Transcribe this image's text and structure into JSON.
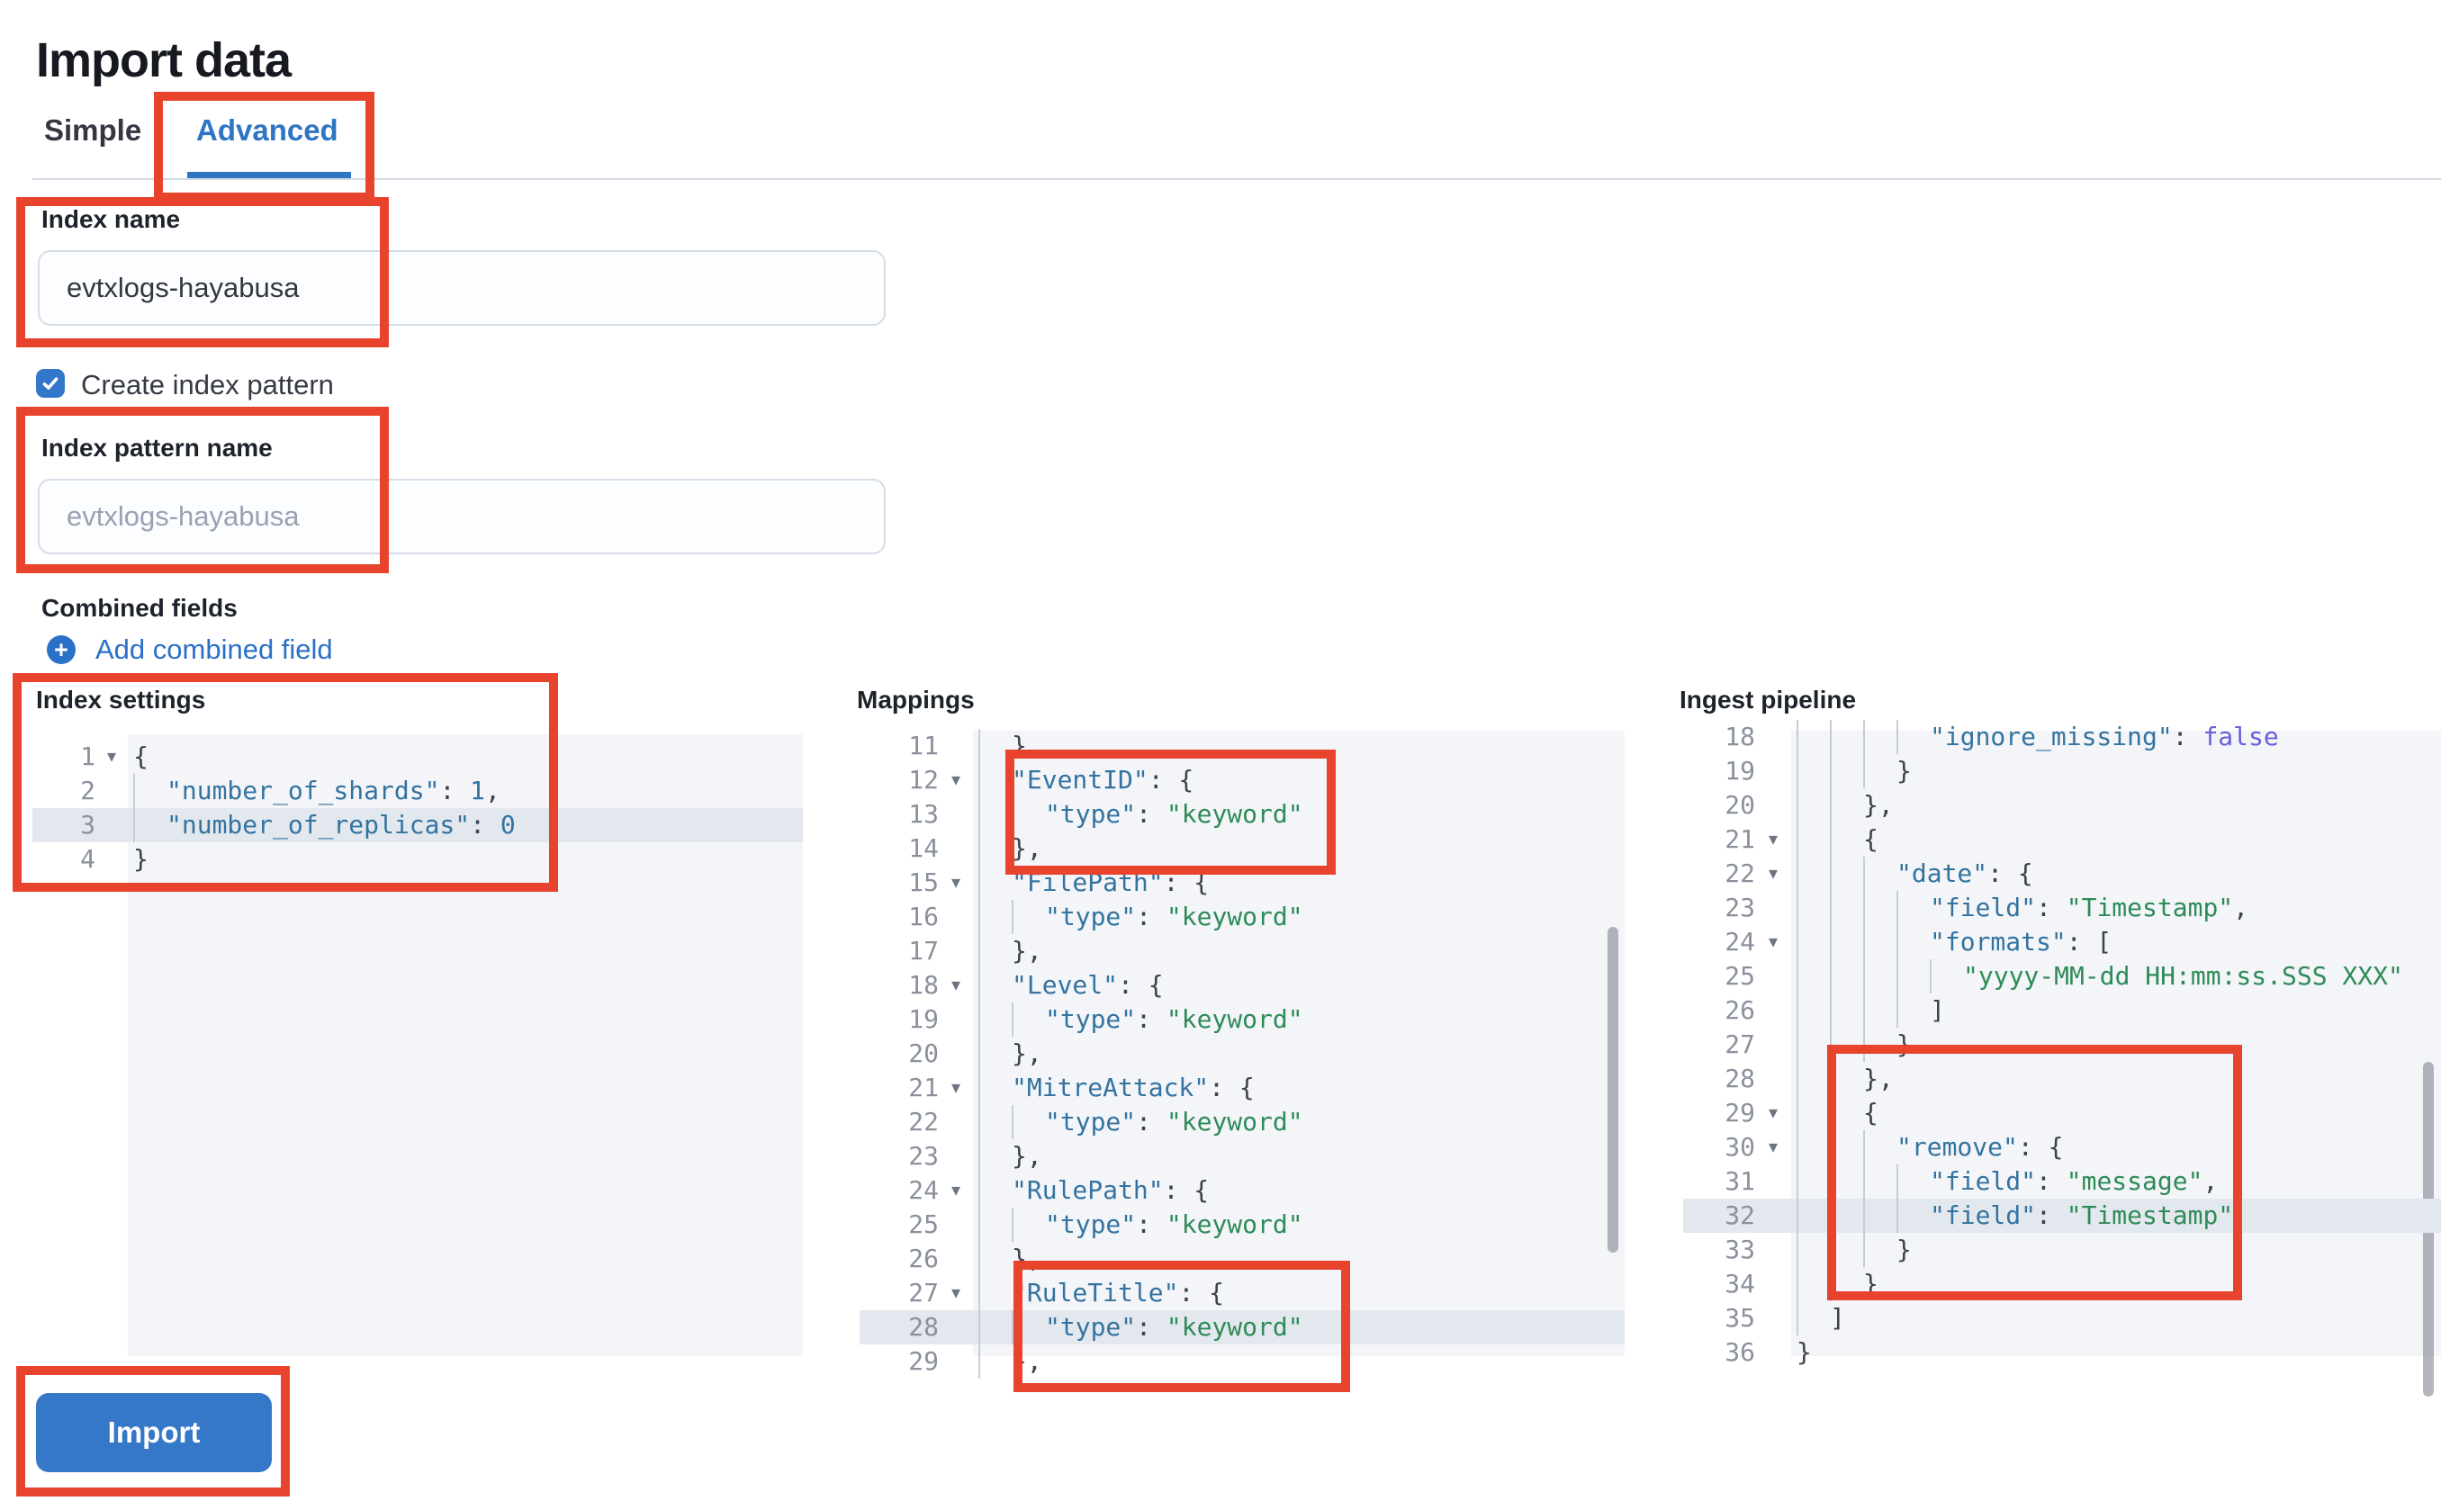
{
  "page": {
    "title": "Import data"
  },
  "tabs": [
    {
      "label": "Simple",
      "active": false
    },
    {
      "label": "Advanced",
      "active": true
    }
  ],
  "form": {
    "index_name": {
      "label": "Index name",
      "value": "evtxlogs-hayabusa"
    },
    "create_index_pattern": {
      "label": "Create index pattern",
      "checked": true
    },
    "index_pattern_name": {
      "label": "Index pattern name",
      "placeholder": "evtxlogs-hayabusa"
    },
    "combined_fields": {
      "label": "Combined fields",
      "add_link": "Add combined field"
    }
  },
  "import_button": "Import",
  "icons": {
    "fold": "▾",
    "plus": "+",
    "check": "checkmark"
  },
  "colors": {
    "accent_blue": "#2e75c3",
    "button_blue": "#3578c8",
    "link_blue": "#2b70c8",
    "annotation_red": "#e8432d",
    "editor_bg": "#f3f5f9",
    "editor_highlight": "#e3e8ef",
    "json_key": "#34739f",
    "json_string": "#2e8b57",
    "json_bool": "#6a5ed9"
  },
  "editors": [
    {
      "id": "settings",
      "label": "Index settings",
      "lines": [
        {
          "n": "1",
          "fold": true,
          "seg": [
            [
              "p",
              "{"
            ]
          ]
        },
        {
          "n": "2",
          "g": 1,
          "seg": [
            [
              "k",
              "\"number_of_shards\""
            ],
            [
              "p",
              ": "
            ],
            [
              "n",
              "1"
            ],
            [
              "p",
              ","
            ]
          ]
        },
        {
          "n": "3",
          "g": 1,
          "hl": true,
          "seg": [
            [
              "k",
              "\"number_of_replicas\""
            ],
            [
              "p",
              ": "
            ],
            [
              "n",
              "0"
            ]
          ]
        },
        {
          "n": "4",
          "seg": [
            [
              "p",
              "}"
            ]
          ]
        }
      ]
    },
    {
      "id": "mappings",
      "label": "Mappings",
      "lines": [
        {
          "n": "11",
          "g": 1,
          "seg": [
            [
              "p",
              "},"
            ]
          ]
        },
        {
          "n": "12",
          "fold": true,
          "g": 1,
          "seg": [
            [
              "k",
              "\"EventID\""
            ],
            [
              "p",
              ": {"
            ]
          ]
        },
        {
          "n": "13",
          "g": 2,
          "seg": [
            [
              "k",
              "\"type\""
            ],
            [
              "p",
              ": "
            ],
            [
              "s",
              "\"keyword\""
            ]
          ]
        },
        {
          "n": "14",
          "g": 1,
          "seg": [
            [
              "p",
              "},"
            ]
          ]
        },
        {
          "n": "15",
          "fold": true,
          "g": 1,
          "seg": [
            [
              "k",
              "\"FilePath\""
            ],
            [
              "p",
              ": {"
            ]
          ]
        },
        {
          "n": "16",
          "g": 2,
          "seg": [
            [
              "k",
              "\"type\""
            ],
            [
              "p",
              ": "
            ],
            [
              "s",
              "\"keyword\""
            ]
          ]
        },
        {
          "n": "17",
          "g": 1,
          "seg": [
            [
              "p",
              "},"
            ]
          ]
        },
        {
          "n": "18",
          "fold": true,
          "g": 1,
          "seg": [
            [
              "k",
              "\"Level\""
            ],
            [
              "p",
              ": {"
            ]
          ]
        },
        {
          "n": "19",
          "g": 2,
          "seg": [
            [
              "k",
              "\"type\""
            ],
            [
              "p",
              ": "
            ],
            [
              "s",
              "\"keyword\""
            ]
          ]
        },
        {
          "n": "20",
          "g": 1,
          "seg": [
            [
              "p",
              "},"
            ]
          ]
        },
        {
          "n": "21",
          "fold": true,
          "g": 1,
          "seg": [
            [
              "k",
              "\"MitreAttack\""
            ],
            [
              "p",
              ": {"
            ]
          ]
        },
        {
          "n": "22",
          "g": 2,
          "seg": [
            [
              "k",
              "\"type\""
            ],
            [
              "p",
              ": "
            ],
            [
              "s",
              "\"keyword\""
            ]
          ]
        },
        {
          "n": "23",
          "g": 1,
          "seg": [
            [
              "p",
              "},"
            ]
          ]
        },
        {
          "n": "24",
          "fold": true,
          "g": 1,
          "seg": [
            [
              "k",
              "\"RulePath\""
            ],
            [
              "p",
              ": {"
            ]
          ]
        },
        {
          "n": "25",
          "g": 2,
          "seg": [
            [
              "k",
              "\"type\""
            ],
            [
              "p",
              ": "
            ],
            [
              "s",
              "\"keyword\""
            ]
          ]
        },
        {
          "n": "26",
          "g": 1,
          "seg": [
            [
              "p",
              "},"
            ]
          ]
        },
        {
          "n": "27",
          "fold": true,
          "g": 1,
          "seg": [
            [
              "k",
              "\"RuleTitle\""
            ],
            [
              "p",
              ": {"
            ]
          ]
        },
        {
          "n": "28",
          "g": 2,
          "hl": true,
          "seg": [
            [
              "k",
              "\"type\""
            ],
            [
              "p",
              ": "
            ],
            [
              "s",
              "\"keyword\""
            ]
          ]
        },
        {
          "n": "29",
          "g": 1,
          "seg": [
            [
              "p",
              "},"
            ]
          ]
        }
      ]
    },
    {
      "id": "ingest",
      "label": "Ingest pipeline",
      "lines": [
        {
          "n": "18",
          "g": 4,
          "seg": [
            [
              "k",
              "\"ignore_missing\""
            ],
            [
              "p",
              ": "
            ],
            [
              "b",
              "false"
            ]
          ]
        },
        {
          "n": "19",
          "g": 3,
          "seg": [
            [
              "p",
              "}"
            ]
          ]
        },
        {
          "n": "20",
          "g": 2,
          "seg": [
            [
              "p",
              "},"
            ]
          ]
        },
        {
          "n": "21",
          "fold": true,
          "g": 2,
          "seg": [
            [
              "p",
              "{"
            ]
          ]
        },
        {
          "n": "22",
          "fold": true,
          "g": 3,
          "seg": [
            [
              "k",
              "\"date\""
            ],
            [
              "p",
              ": {"
            ]
          ]
        },
        {
          "n": "23",
          "g": 4,
          "seg": [
            [
              "k",
              "\"field\""
            ],
            [
              "p",
              ": "
            ],
            [
              "s",
              "\"Timestamp\""
            ],
            [
              "p",
              ","
            ]
          ]
        },
        {
          "n": "24",
          "fold": true,
          "g": 4,
          "seg": [
            [
              "k",
              "\"formats\""
            ],
            [
              "p",
              ": ["
            ]
          ]
        },
        {
          "n": "25",
          "g": 5,
          "seg": [
            [
              "s",
              "\"yyyy-MM-dd HH:mm:ss.SSS XXX\""
            ]
          ]
        },
        {
          "n": "26",
          "g": 4,
          "seg": [
            [
              "p",
              "]"
            ]
          ]
        },
        {
          "n": "27",
          "g": 3,
          "seg": [
            [
              "p",
              "}"
            ]
          ]
        },
        {
          "n": "28",
          "g": 2,
          "seg": [
            [
              "p",
              "},"
            ]
          ]
        },
        {
          "n": "29",
          "fold": true,
          "g": 2,
          "seg": [
            [
              "p",
              "{"
            ]
          ]
        },
        {
          "n": "30",
          "fold": true,
          "g": 3,
          "seg": [
            [
              "k",
              "\"remove\""
            ],
            [
              "p",
              ": {"
            ]
          ]
        },
        {
          "n": "31",
          "g": 4,
          "seg": [
            [
              "k",
              "\"field\""
            ],
            [
              "p",
              ": "
            ],
            [
              "s",
              "\"message\""
            ],
            [
              "p",
              ","
            ]
          ]
        },
        {
          "n": "32",
          "g": 4,
          "hl": true,
          "seg": [
            [
              "k",
              "\"field\""
            ],
            [
              "p",
              ": "
            ],
            [
              "s",
              "\"Timestamp\""
            ]
          ]
        },
        {
          "n": "33",
          "g": 3,
          "seg": [
            [
              "p",
              "}"
            ]
          ]
        },
        {
          "n": "34",
          "g": 2,
          "seg": [
            [
              "p",
              "}"
            ]
          ]
        },
        {
          "n": "35",
          "g": 1,
          "seg": [
            [
              "p",
              "]"
            ]
          ]
        },
        {
          "n": "36",
          "seg": [
            [
              "p",
              "}"
            ]
          ]
        }
      ]
    }
  ],
  "annotations": [
    {
      "name": "advanced-tab"
    },
    {
      "name": "index-name-field"
    },
    {
      "name": "index-pattern-name-field"
    },
    {
      "name": "index-settings-editor"
    },
    {
      "name": "mappings-eventid-block"
    },
    {
      "name": "mappings-ruletitle-block"
    },
    {
      "name": "ingest-remove-block"
    },
    {
      "name": "import-button"
    }
  ]
}
